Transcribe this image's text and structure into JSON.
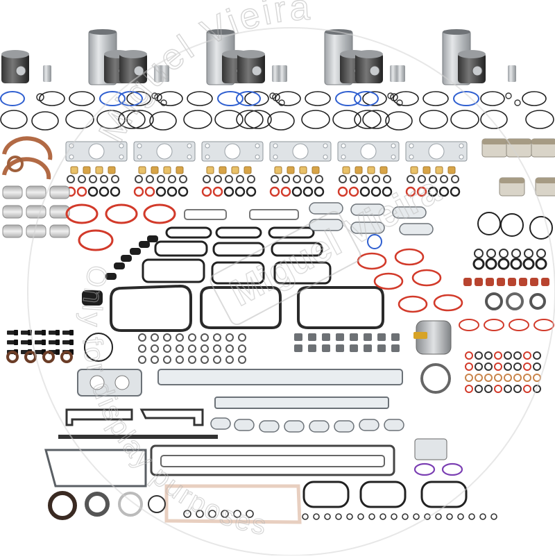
{
  "image": {
    "subject": "engine-overhaul-kit-parts-layout",
    "background": "#ffffff"
  },
  "watermark": {
    "brand": "Miguel Vieira",
    "line_top": "Miguel Vieira",
    "line_bottom": "Only for display purposes",
    "color": "#c8c8c8"
  },
  "colors": {
    "ring_black": "#222222",
    "ring_red": "#d23a2a",
    "ring_blue": "#2f5fd0",
    "ring_purple": "#7b3fb3",
    "gasket_gray": "#b9c0c6",
    "gasket_edge": "#5c6167",
    "liner_metal": "#bfc2c5",
    "copper": "#c9844a",
    "brass": "#d8a447",
    "bearing": "#cfcfcf",
    "paper_gasket": "#e8cfc0"
  }
}
